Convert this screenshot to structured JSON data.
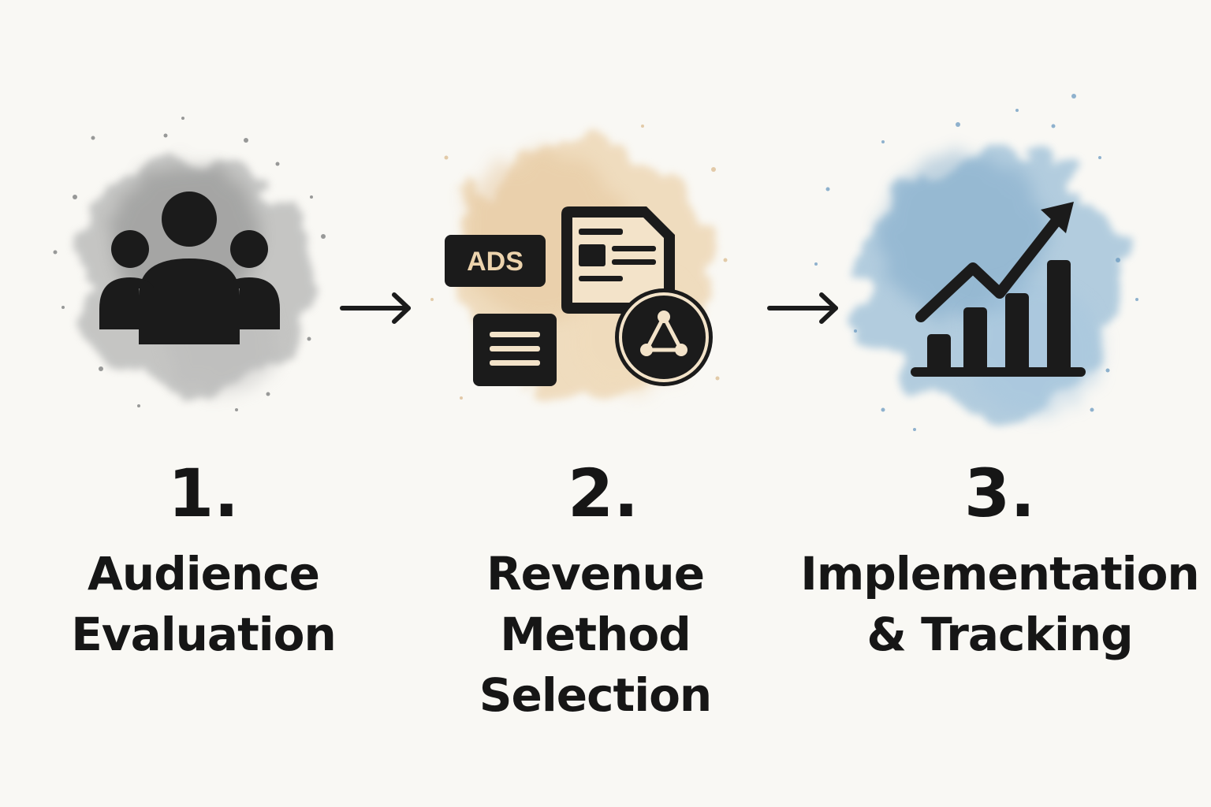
{
  "steps": [
    {
      "number": "1.",
      "title_lines": [
        "Audience",
        "Evaluation"
      ],
      "icon": "audience-group-icon",
      "splash_color": "#8f9090"
    },
    {
      "number": "2.",
      "title_lines": [
        "Revenue",
        "Method",
        "Selection"
      ],
      "icon": "revenue-methods-icon",
      "icon_text": "ADS",
      "splash_color": "#e8c99f"
    },
    {
      "number": "3.",
      "title_lines": [
        "Implementation",
        "& Tracking"
      ],
      "icon": "growth-chart-icon",
      "splash_color": "#7fa9c8"
    }
  ],
  "connectors": [
    "arrow-right-icon",
    "arrow-right-icon"
  ],
  "colors": {
    "background": "#f9f8f4",
    "ink": "#161616"
  }
}
